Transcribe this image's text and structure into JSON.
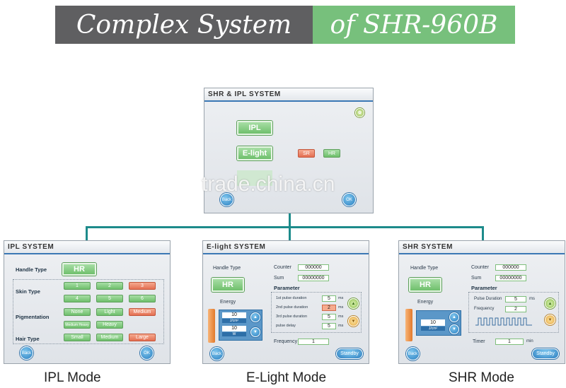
{
  "banner": {
    "left": "Complex System",
    "right": "of SHR-960B"
  },
  "top_screen": {
    "title": "SHR & IPL SYSTEM",
    "ipl": "IPL",
    "elight": "E-light",
    "sr": "SR",
    "hr": "HR",
    "back": "Back",
    "ok": "OK"
  },
  "ipl_screen": {
    "title": "IPL SYSTEM",
    "handle_type_label": "Handle Type",
    "handle_value": "HR",
    "skin_type_label": "Skin Type",
    "skin_types": [
      "1",
      "2",
      "3",
      "4",
      "5",
      "6"
    ],
    "pigmentation_label": "Pigmentation",
    "pigmentation": [
      "None",
      "Light",
      "Medium",
      "Medium Heavy",
      "Heavy"
    ],
    "hair_type_label": "Hair Type",
    "hair_types": [
      "Small",
      "Medium",
      "Large"
    ],
    "back": "Back",
    "ok": "OK",
    "caption": "IPL Mode"
  },
  "elight_screen": {
    "title": "E-light SYSTEM",
    "handle_type_label": "Handle Type",
    "handle_value": "HR",
    "counter_label": "Counter",
    "counter_value": "000000",
    "sum_label": "Sum",
    "sum_value": "00000000",
    "parameter_label": "Parameter",
    "energy_label": "Energy",
    "energy_value_1": "10",
    "energy_unit_1": "J/cm²",
    "energy_value_2": "10",
    "energy_unit_2": "W",
    "params": [
      {
        "label": "1st pulse duration",
        "value": "5",
        "unit": "ms"
      },
      {
        "label": "2nd pulse duration",
        "value": "2",
        "unit": "ms"
      },
      {
        "label": "3rd pulse duration",
        "value": "5",
        "unit": "ms"
      },
      {
        "label": "pulse delay",
        "value": "5",
        "unit": "ms"
      }
    ],
    "frequency_label": "Frequency",
    "frequency_value": "1",
    "back": "Back",
    "standby": "Standby",
    "caption": "E-Light Mode"
  },
  "shr_screen": {
    "title": "SHR SYSTEM",
    "handle_type_label": "Handle Type",
    "handle_value": "HR",
    "counter_label": "Counter",
    "counter_value": "000000",
    "sum_label": "Sum",
    "sum_value": "00000000",
    "parameter_label": "Parameter",
    "energy_label": "Energy",
    "energy_value": "10",
    "energy_unit": "J/cm²",
    "pulse_duration_label": "Pulse Duration",
    "pulse_duration_value": "5",
    "pulse_duration_unit": "ms",
    "frequency_label": "Frequency",
    "frequency_value": "2",
    "timer_label": "Timer",
    "timer_value": "1",
    "timer_unit": "min",
    "back": "Back",
    "standby": "Standby",
    "caption": "SHR Mode"
  },
  "watermark": "trade.china.cn",
  "colors": {
    "banner_gray": "#5f5f61",
    "banner_green": "#77c07c",
    "connector": "#1d8b8b",
    "header_line": "#3b78b5"
  }
}
